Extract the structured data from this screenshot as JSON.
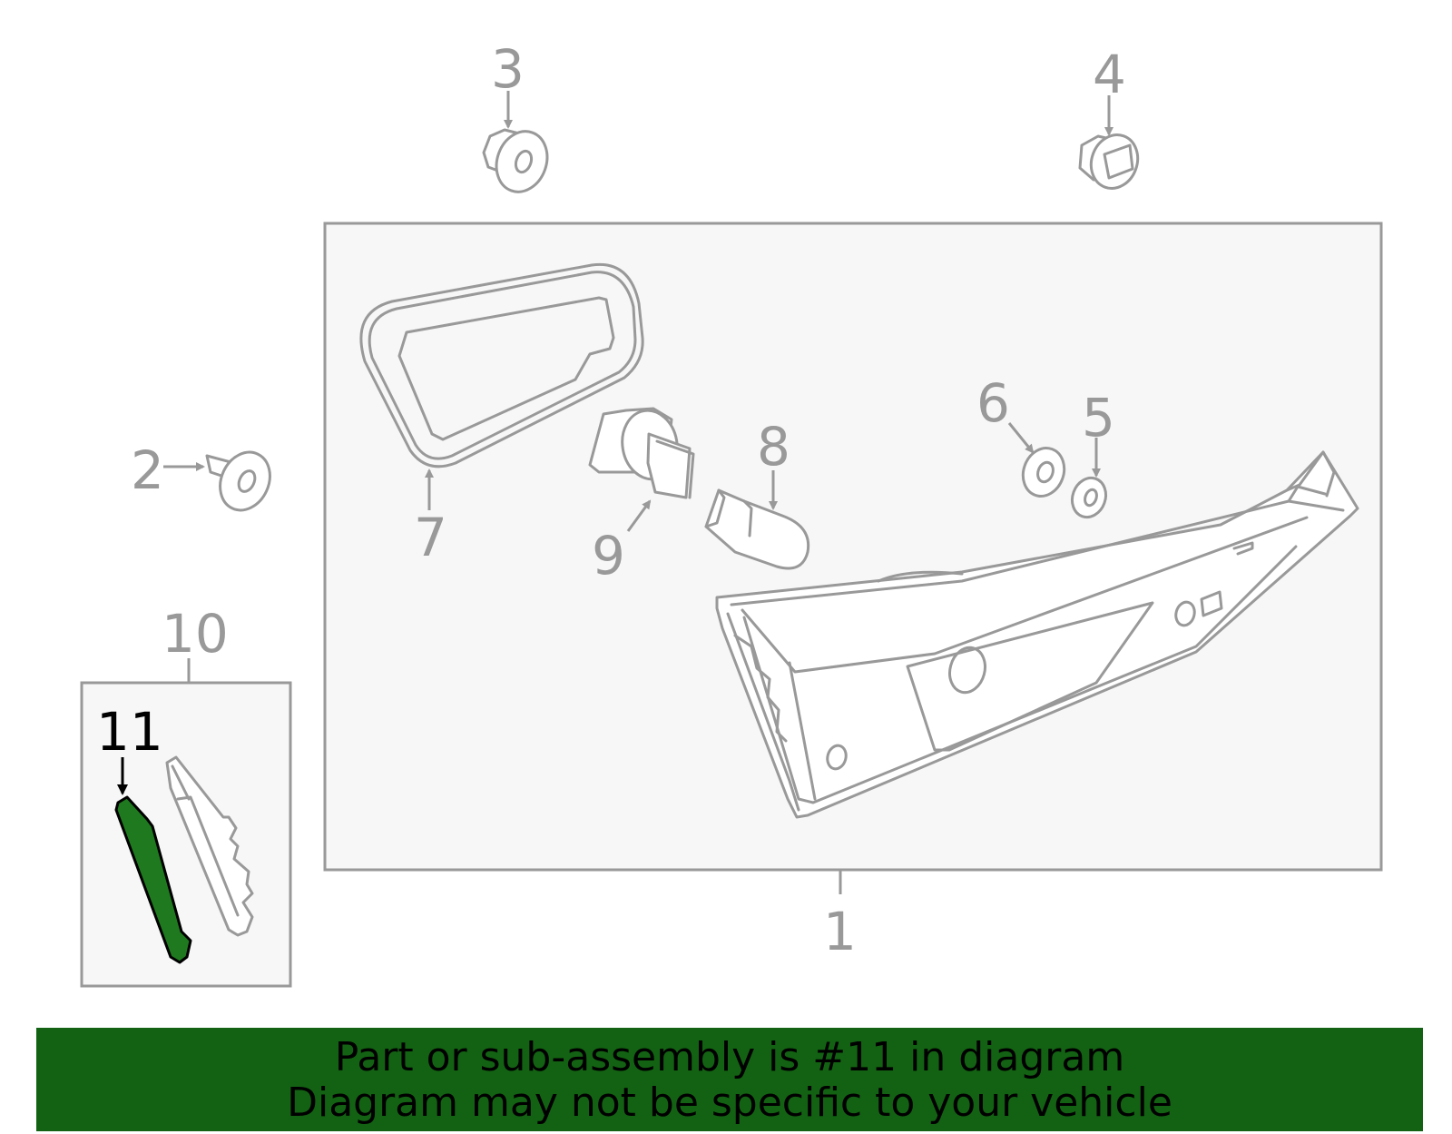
{
  "diagram": {
    "callouts": {
      "c1": "1",
      "c2": "2",
      "c3": "3",
      "c4": "4",
      "c5": "5",
      "c6": "6",
      "c7": "7",
      "c8": "8",
      "c9": "9",
      "c10": "10",
      "c11": "11"
    },
    "highlighted_part": "11"
  },
  "banner": {
    "line1": "Part or sub-assembly is #11 in diagram",
    "line2": "Diagram may not be specific to your vehicle"
  },
  "colors": {
    "banner_bg": "#136213",
    "highlight": "#1f7a1f",
    "outline": "#999999",
    "box_fill": "#f7f7f7"
  }
}
